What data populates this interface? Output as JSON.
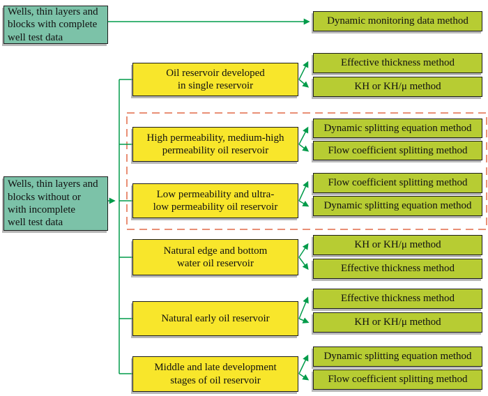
{
  "colors": {
    "root_fill": "#7cc2a8",
    "branch_fill": "#f8e62b",
    "method_fill": "#b7cc33",
    "connector_green": "#009b4a",
    "dashed_frame": "#e98f75",
    "box_border": "#1c1c1c"
  },
  "nodes": {
    "complete_root": {
      "label": "Wells, thin layers and\nblocks with complete\nwell test data"
    },
    "complete_method": {
      "label": "Dynamic monitoring data method"
    },
    "incomplete_root": {
      "label": "Wells, thin layers and\nblocks without or\nwith incomplete\nwell test data"
    }
  },
  "branches": [
    {
      "label": "Oil reservoir developed\nin single reservoir",
      "methods": [
        "Effective thickness method",
        "KH or KH/μ method"
      ],
      "in_dashed_frame": false
    },
    {
      "label": "High permeability, medium-high\npermeability oil reservoir",
      "methods": [
        "Dynamic splitting equation method",
        "Flow coefficient splitting method"
      ],
      "in_dashed_frame": true
    },
    {
      "label": "Low permeability and ultra-\nlow permeability oil reservoir",
      "methods": [
        "Flow coefficient splitting method",
        "Dynamic splitting equation method"
      ],
      "in_dashed_frame": true
    },
    {
      "label": "Natural edge and bottom\nwater oil reservoir",
      "methods": [
        "KH or KH/μ method",
        "Effective thickness method"
      ],
      "in_dashed_frame": false
    },
    {
      "label": "Natural early oil reservoir",
      "methods": [
        "Effective thickness method",
        "KH or KH/μ method"
      ],
      "in_dashed_frame": false
    },
    {
      "label": "Middle and late development\nstages of oil reservoir",
      "methods": [
        "Dynamic splitting equation method",
        "Flow coefficient splitting method"
      ],
      "in_dashed_frame": false
    }
  ]
}
